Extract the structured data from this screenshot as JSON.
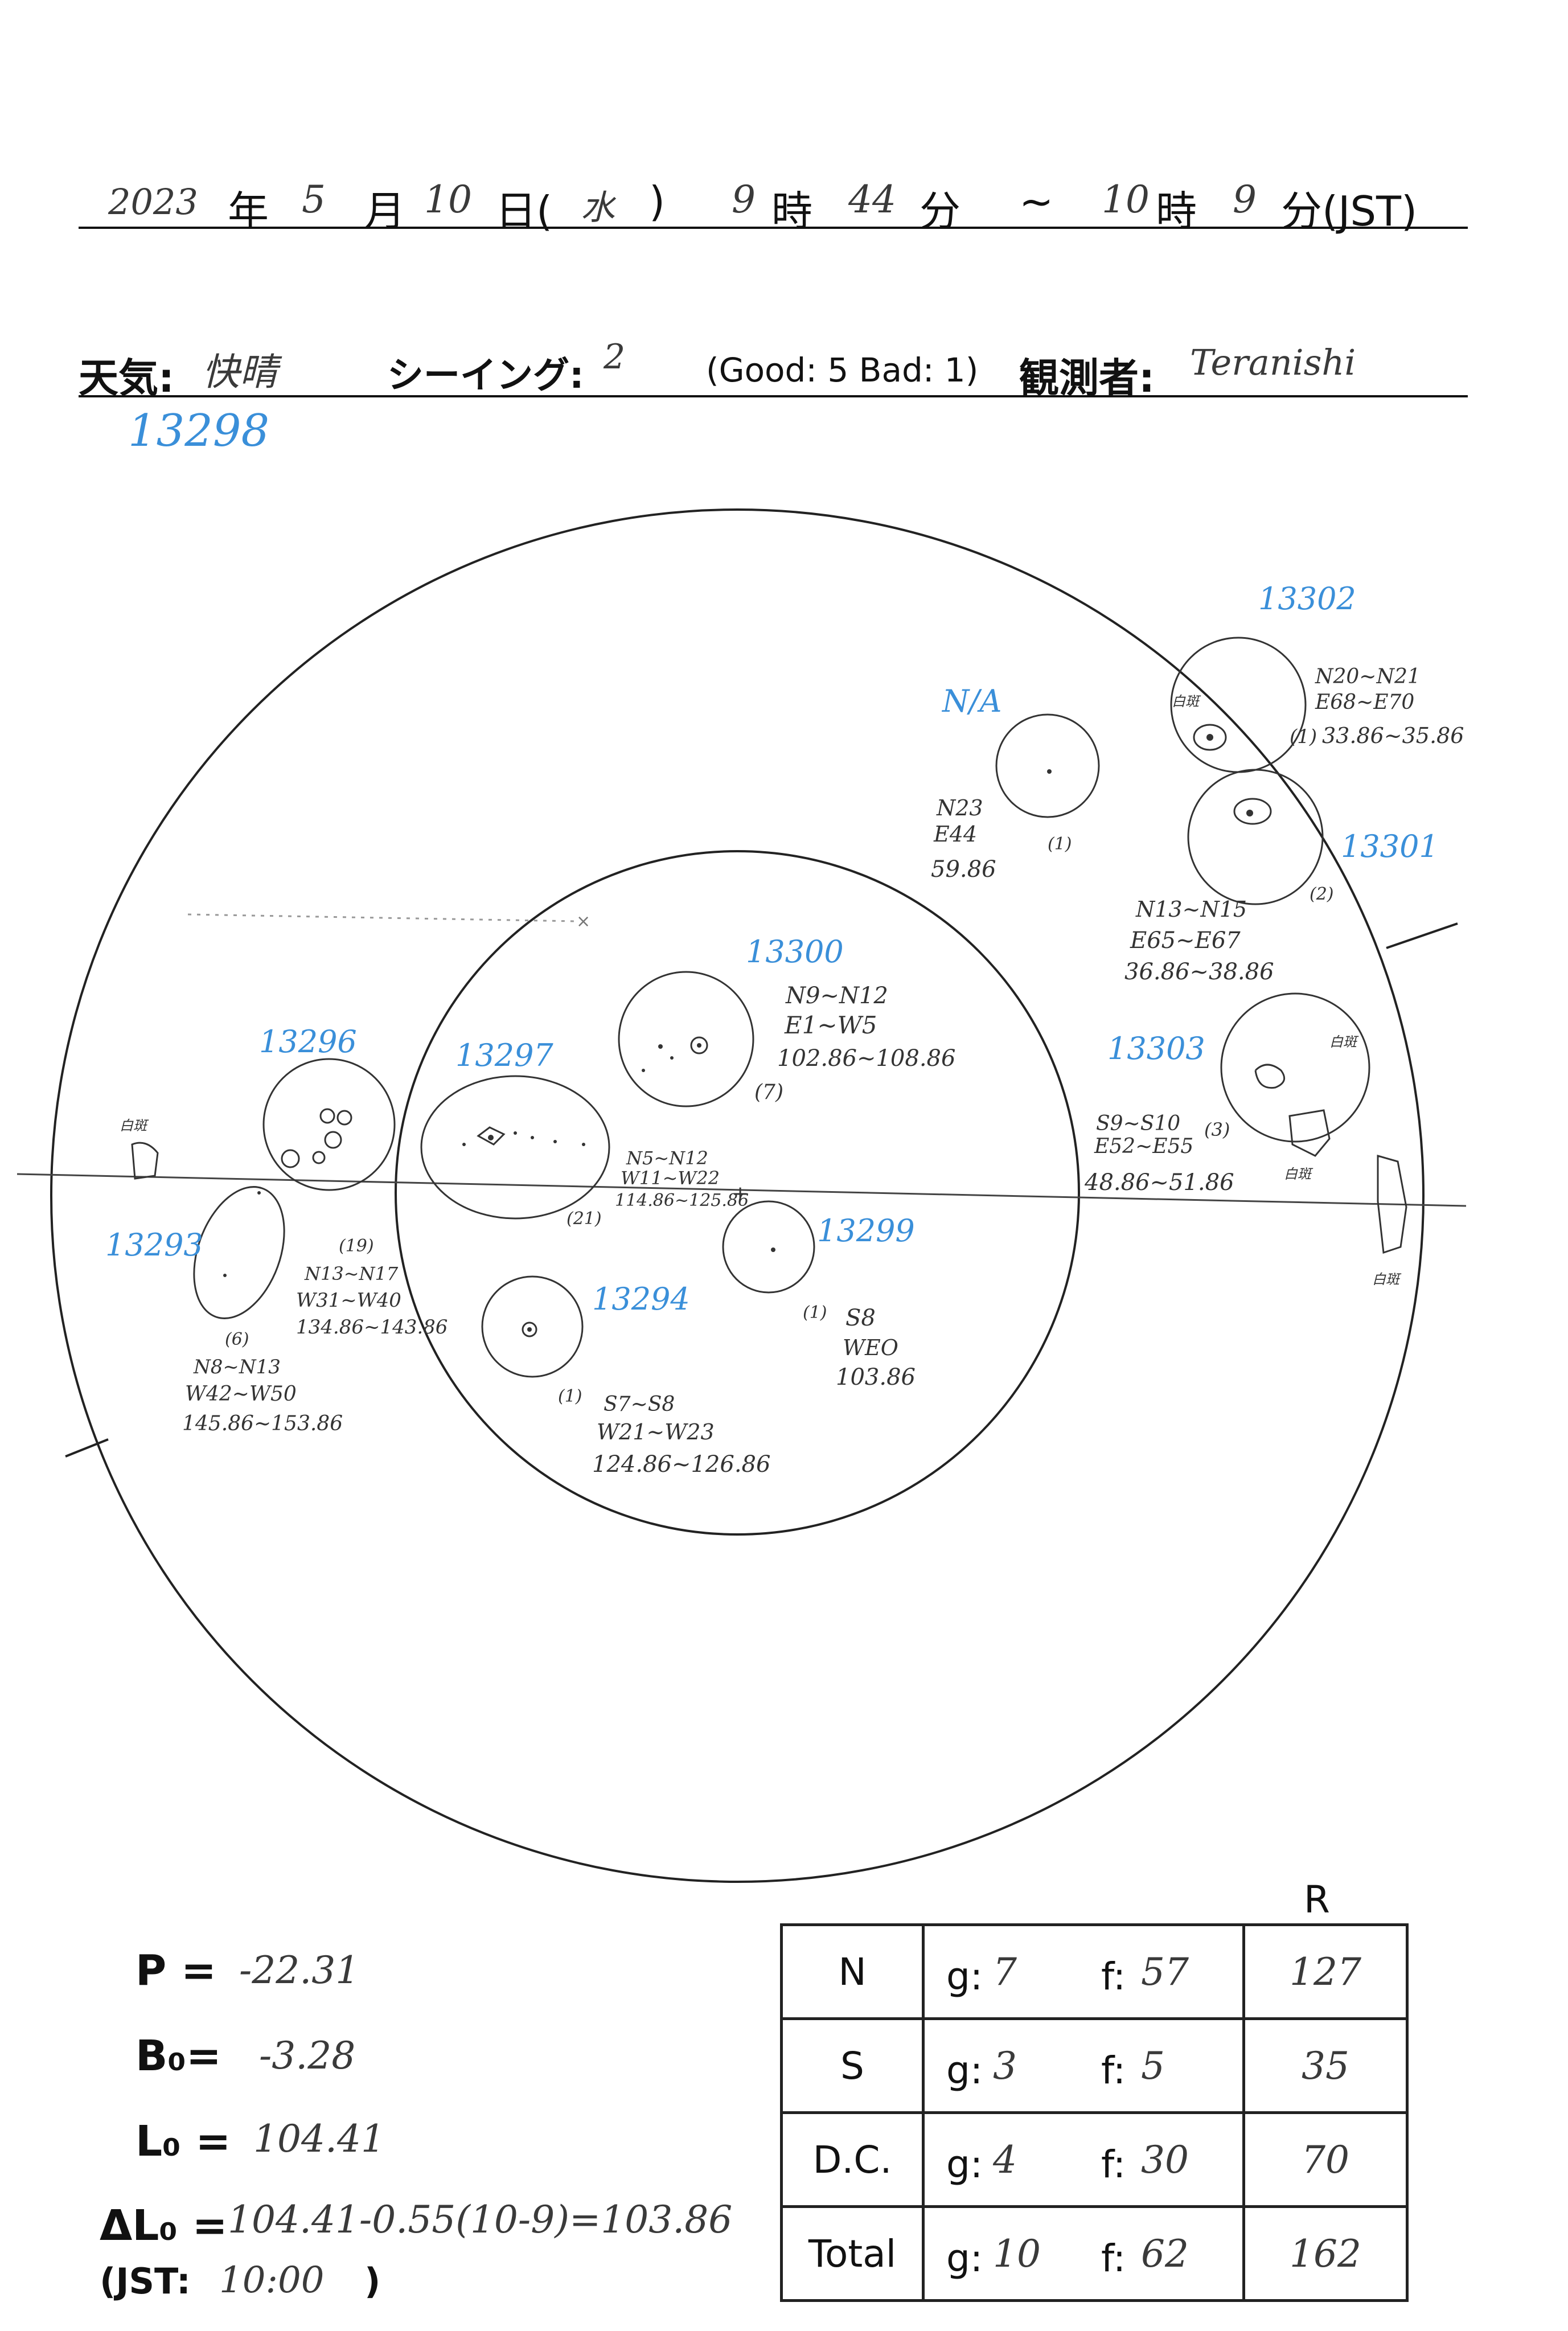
{
  "header": {
    "year": "2023",
    "year_unit": "年",
    "month": "5",
    "month_unit": "月",
    "day": "10",
    "day_unit": "日(",
    "weekday": "水",
    "weekday_close": ")",
    "start_hour": "9",
    "hour_unit": "時",
    "start_minute": "44",
    "minute_unit": "分",
    "range_sep": "~",
    "end_hour": "10",
    "end_hour_unit": "時",
    "end_minute": "9",
    "end_minute_unit": "分(JST)"
  },
  "conditions": {
    "weather_label": "天気:",
    "weather_value": "快晴",
    "seeing_label": "シーイング:",
    "seeing_value": "2",
    "seeing_scale": "(Good: 5  Bad: 1)",
    "observer_label": "観測者:",
    "observer_value": "Teranishi"
  },
  "sketch": {
    "top_region": "13298",
    "groups": [
      {
        "id": "13302",
        "lat": "N20~N21",
        "lon": "E68~E70",
        "count": "(1)",
        "range": "33.86~35.86",
        "tag": "白斑"
      },
      {
        "id": "13301",
        "lat": "N13~N15",
        "lon": "E65~E67",
        "count": "(2)",
        "range": "36.86~38.86"
      },
      {
        "id": "N/A",
        "lat": "N23",
        "lon": "E44",
        "count": "(1)",
        "range": "59.86"
      },
      {
        "id": "13300",
        "lat": "N9~N12",
        "lon": "E1~W5",
        "count": "(7)",
        "range": "102.86~108.86"
      },
      {
        "id": "13303",
        "lat": "S9~S10",
        "lon": "E52~E55",
        "count": "(3)",
        "range": "48.86~51.86",
        "tag": "白斑"
      },
      {
        "id": "13296",
        "lat": "N13~N17",
        "lon": "W31~W40",
        "count": "(19)",
        "range": "134.86~143.86"
      },
      {
        "id": "13297",
        "lat": "N5~N12",
        "lon": "W11~W22",
        "count": "(21)",
        "range": "114.86~125.86"
      },
      {
        "id": "13293",
        "lat": "N8~N13",
        "lon": "W42~W50",
        "count": "(6)",
        "range": "145.86~153.86"
      },
      {
        "id": "13299",
        "lat": "S8",
        "lon": "WEO",
        "count": "(1)",
        "range": "103.86"
      },
      {
        "id": "13294",
        "lat": "S7~S8",
        "lon": "W21~W23",
        "count": "(1)",
        "range": "124.86~126.86"
      }
    ],
    "faculae_tag": "白斑"
  },
  "params": {
    "P_label": "P =",
    "P_value": "-22.31",
    "B0_label": "B₀=",
    "B0_value": "-3.28",
    "L0_label": "L₀ =",
    "L0_value": "104.41",
    "dL0_label": "ΔL₀ =",
    "dL0_value": "104.41-0.55(10-9)=103.86",
    "jst_label": "(JST:",
    "jst_value": "10:00",
    "jst_close": ")"
  },
  "counts": {
    "r_header": "R",
    "g_label": "g:",
    "f_label": "f:",
    "rows": [
      {
        "hemisphere": "N",
        "g": "7",
        "f": "57",
        "r": "127"
      },
      {
        "hemisphere": "S",
        "g": "3",
        "f": "5",
        "r": "35"
      },
      {
        "hemisphere": "D.C.",
        "g": "4",
        "f": "30",
        "r": "70"
      },
      {
        "hemisphere": "Total",
        "g": "10",
        "f": "62",
        "r": "162"
      }
    ]
  }
}
